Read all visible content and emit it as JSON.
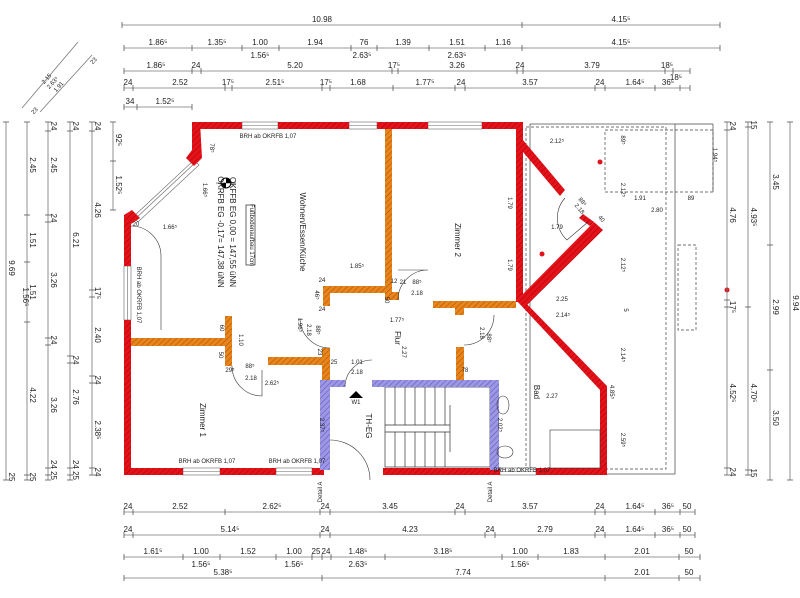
{
  "colors": {
    "exterior_wall": "#e3121b",
    "interior_wall": "#e8841c",
    "stair_wall": "#9c96e6",
    "outlet": "#e3121b"
  },
  "rooms": {
    "living": "Wohnen/Essen/Küche",
    "room1": "Zimmer 1",
    "room2": "Zimmer 2",
    "hall": "Flur",
    "bath": "Bad",
    "stair": "TH-EG"
  },
  "annotations": {
    "level_1": "OKFFB EG 0,00 = 147,55 üNN",
    "level_2": "OKRFB EG -0,17= 147,38 üNN",
    "floor_build": "Fußbodenaufbau 17cm",
    "sill_top": "BRH ab OKRFB 1,07",
    "sill_left": "BRH ab OKRFB 1,07",
    "sill_bottom_1": "BRH ab OKRFB 1,07",
    "sill_bottom_2": "BRH ab OKRFB 1,07",
    "sill_bath": "BRH ab OKRFB 1,07",
    "entry_marker": "W1",
    "detail_1": "Detail A",
    "detail_2": "Detail A"
  },
  "dimensions": {
    "top": [
      [
        "10.98",
        "4.15⁵"
      ],
      [
        "1.86⁵",
        "1.35⁵",
        "1.00",
        "1.94",
        "76",
        "1.39",
        "1.51",
        "1.16",
        "4.15⁵"
      ],
      [
        "1.86⁵",
        "24",
        "5.20",
        "17⁵",
        "3.26",
        "24",
        "3.79",
        "18⁵"
      ],
      [
        "24",
        "2.52",
        "17⁵",
        "2.51⁵",
        "17⁵",
        "1.68",
        "1.77⁵",
        "24",
        "3.57",
        "24",
        "1.64⁵",
        "36⁵"
      ],
      [
        "34",
        "1.52⁵"
      ]
    ],
    "top_sub": [
      "1.56⁵",
      "2.63⁵",
      "2.63⁵",
      "18⁵"
    ],
    "bottom": [
      [
        "24",
        "2.52",
        "2.62⁵",
        "24",
        "3.45",
        "24",
        "3.57",
        "24",
        "1.64⁵",
        "36⁵",
        "50"
      ],
      [
        "24",
        "5.14⁵",
        "24",
        "4.23",
        "24",
        "2.79",
        "24",
        "1.64⁵",
        "36⁵",
        "50"
      ],
      [
        "1.61⁵",
        "1.00",
        "1.52",
        "1.00",
        "25",
        "24",
        "1.48⁵",
        "3.18⁵",
        "1.00",
        "1.83",
        "2.01",
        "50"
      ],
      [
        "5.38⁵",
        "7.74",
        "2.01",
        "50"
      ]
    ],
    "bottom_sub": [
      "1.56⁵",
      "1.56⁵",
      "2.63⁵",
      "1.56⁵"
    ],
    "left": [
      [
        "9.69",
        "25"
      ],
      [
        "2.45",
        "1.51",
        "1.51",
        "4.22",
        "25"
      ],
      [
        "24",
        "2.45",
        "24",
        "3.26",
        "24",
        "3.26",
        "24 25"
      ],
      [
        "24",
        "6.21",
        "24",
        "2.76",
        "24 25"
      ],
      [
        "24",
        "4.26",
        "17⁵",
        "2.40",
        "24",
        "2.38⁵",
        "24"
      ],
      [
        "92⁵",
        "1.52⁵"
      ]
    ],
    "left_sub": [
      "1.56⁵"
    ],
    "diagonal": [
      "2.15",
      "2.63⁵",
      "1.91",
      "23",
      "23"
    ],
    "right": [
      [
        "24",
        "4.76",
        "17⁵",
        "4.52⁵",
        "24"
      ],
      [
        "15",
        "4.93⁵",
        "4.70⁵",
        "15"
      ],
      [
        "3.45",
        "2.99",
        "3.50"
      ],
      [
        "9.94"
      ]
    ],
    "interior": [
      "78⁵",
      "1.66⁵",
      "1.66⁵",
      "20",
      "1.85⁵",
      "88⁵",
      "2.18",
      "21",
      "24",
      "46⁵",
      "24",
      "1.96⁵",
      "2.18",
      "88⁵",
      "23",
      "50",
      "1.77⁵",
      "60",
      "1.10",
      "50",
      "29⁵",
      "88⁵",
      "2.18",
      "2.62⁵",
      "25",
      "1.01",
      "2.18",
      "2.37⁵",
      "78",
      "2.27",
      "2.27",
      "2.02⁵",
      "2.18",
      "88⁵",
      "1.79",
      "1.79",
      "1.79",
      "2.12⁵",
      "89⁵",
      "2.12⁵",
      "1.91",
      "89",
      "2.80",
      "1.94⁵",
      "2.12⁵",
      "88⁵",
      "2.18",
      "40",
      "2.25",
      "2.14⁵",
      "5",
      "2.14⁵",
      "4.85⁵",
      "2.59⁵",
      "12"
    ]
  }
}
